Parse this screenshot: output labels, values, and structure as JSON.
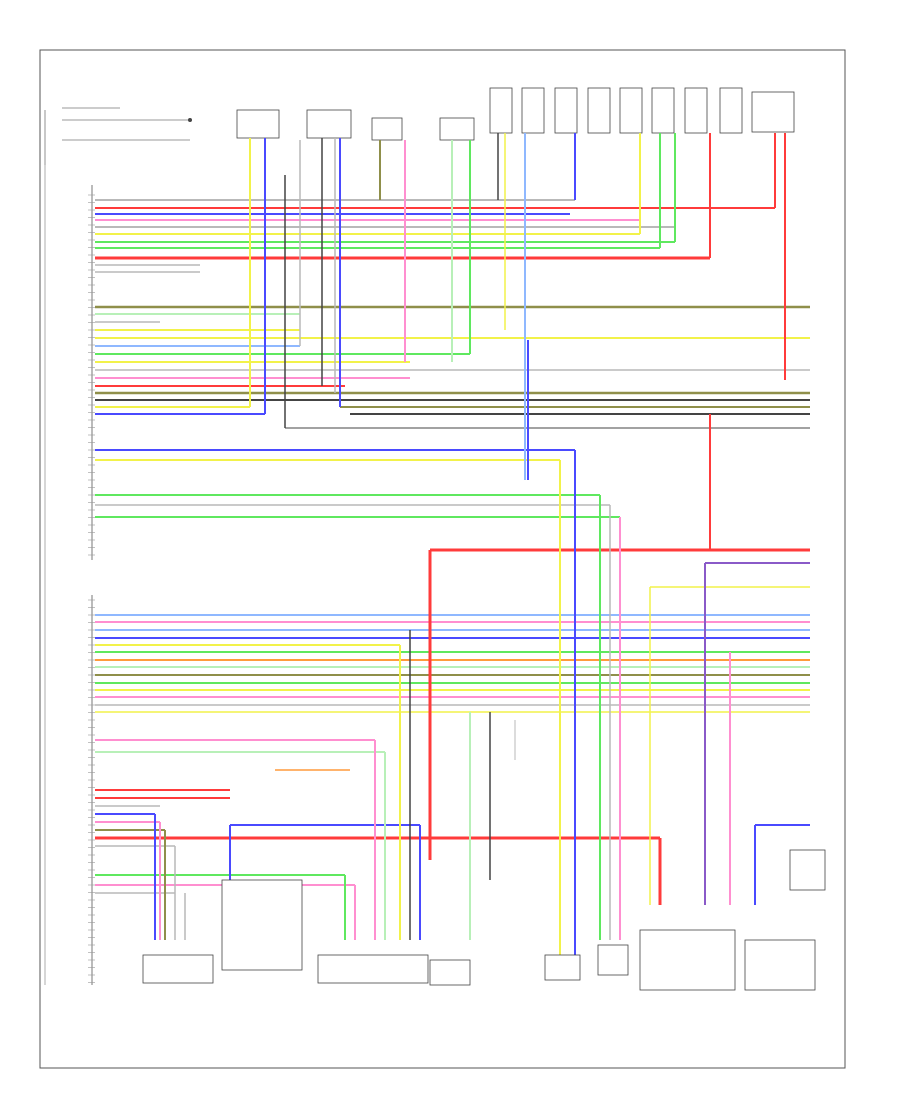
{
  "figure_id": "",
  "wire_colors": {
    "red": "#ff3b3b",
    "blue": "#4a4aff",
    "yellow": "#f2f24a",
    "green": "#5fe85f",
    "orange": "#ff9a3b",
    "black": "#444444",
    "gray": "#b9b9b9",
    "olive": "#8f8f4a",
    "purple": "#8a5ac8",
    "pink": "#ff8fd0",
    "lightblue": "#8fb8ff",
    "lightgreen": "#b8f0b8"
  },
  "components": [
    {
      "name": "engine-speed-sensor-top",
      "label": ""
    },
    {
      "name": "sensor-block-1",
      "label": ""
    },
    {
      "name": "sensor-block-2",
      "label": ""
    },
    {
      "name": "sensor-block-3",
      "label": ""
    },
    {
      "name": "sensor-block-4",
      "label": ""
    },
    {
      "name": "injector-1",
      "label": ""
    },
    {
      "name": "injector-2",
      "label": ""
    },
    {
      "name": "injector-3",
      "label": ""
    },
    {
      "name": "injector-4",
      "label": ""
    },
    {
      "name": "injector-5",
      "label": ""
    },
    {
      "name": "injector-6",
      "label": ""
    },
    {
      "name": "injector-7",
      "label": ""
    },
    {
      "name": "injector-8",
      "label": ""
    },
    {
      "name": "top-right-module",
      "label": ""
    },
    {
      "name": "bottom-left-sensor",
      "label": ""
    },
    {
      "name": "bottom-center-module",
      "label": ""
    },
    {
      "name": "throttle-control",
      "label": ""
    },
    {
      "name": "bottom-sensor-1",
      "label": ""
    },
    {
      "name": "bottom-sensor-2",
      "label": ""
    },
    {
      "name": "canister-valve",
      "label": ""
    },
    {
      "name": "bottom-right-module",
      "label": ""
    }
  ],
  "ecm_label": ""
}
